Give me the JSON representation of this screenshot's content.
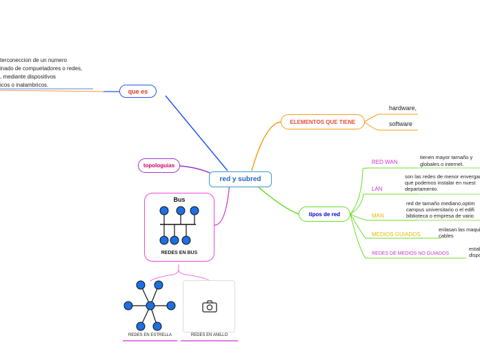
{
  "center": {
    "label": "red y subred"
  },
  "que_es": {
    "label": "que es",
    "text_lines": [
      "terconeccion de un numero",
      "inado de compuetadores o redes,",
      ", mediante dispositivos",
      "icos o inalambricos."
    ]
  },
  "elementos": {
    "label": "ELEMENTOS QUE TIENE",
    "items": [
      "hardware,",
      "software"
    ]
  },
  "topologias": {
    "label": "topologuias"
  },
  "tipos": {
    "label": "tipos de red",
    "items": [
      {
        "label": "RED WAN",
        "color": "#cc33cc",
        "desc": [
          "tienen mayor tamaño y",
          "globales o internet."
        ]
      },
      {
        "label": "LAN",
        "color": "#cc33cc",
        "desc": [
          "son las redes de menor envergad",
          "que podemos instalar en nuest",
          "departamento."
        ]
      },
      {
        "label": "MAN",
        "color": "#e8b800",
        "desc": [
          "red de tamaño mediano,optim",
          "campus universitario o el edifi",
          "biblioteca o empresa de vario"
        ]
      },
      {
        "label": "MEDIOS GUIADOS",
        "color": "#e8b800",
        "desc": [
          "enlasan las maqui",
          "cables"
        ]
      },
      {
        "label": "REDES DE MEDIOS NO GUIADOS",
        "color": "#cc33cc",
        "desc": [
          "estab",
          "dispo"
        ]
      }
    ]
  },
  "bus_card": {
    "title": "Bus",
    "caption": "REDES EN BUS"
  },
  "star": {
    "caption": "REDES EN ESTRELLA"
  },
  "ring": {
    "caption": "REDES EN ANILLO",
    "icon": "camera-icon"
  },
  "colors": {
    "center": "#3399cc",
    "que_es": "#2255ee",
    "elementos": "#f39c12",
    "elementos_text": "#e74c3c",
    "topologias": "#9933cc",
    "tipos": "#66dd22",
    "tipos_text": "#0000cc",
    "pink": "#ee44dd",
    "node_blue": "#1e6fe0"
  }
}
